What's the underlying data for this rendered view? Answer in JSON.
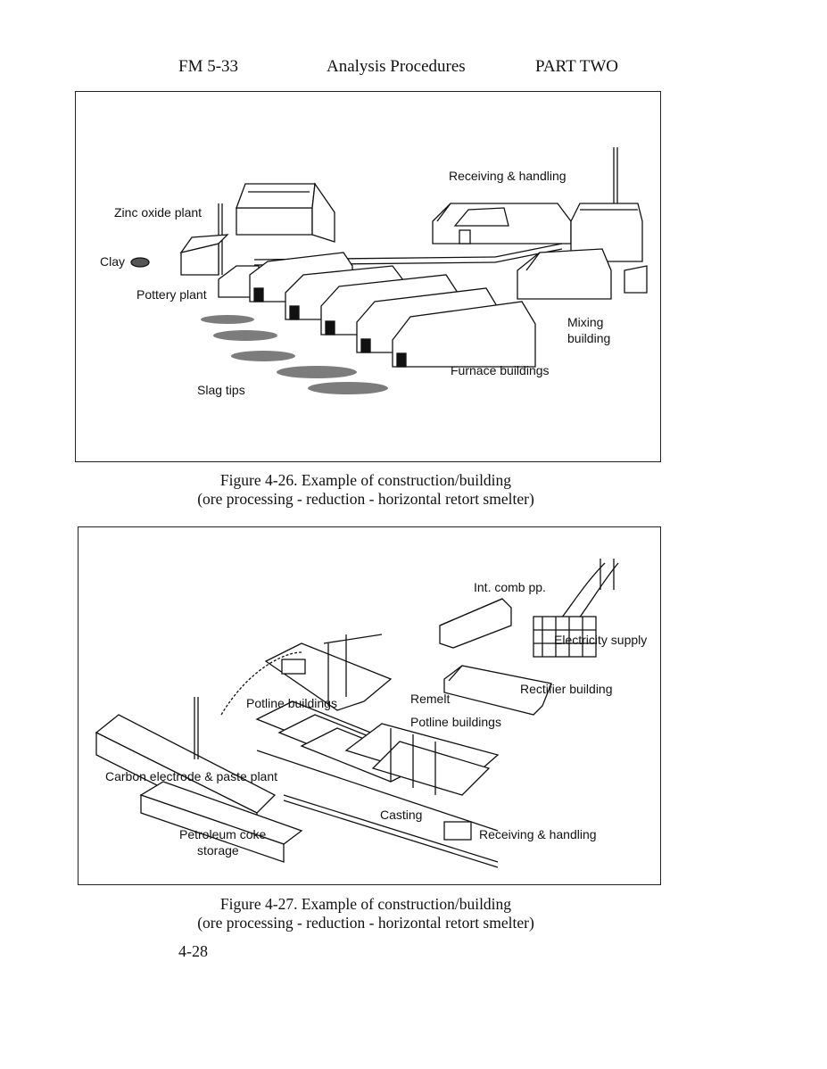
{
  "header": {
    "left": "FM 5-33",
    "center": "Analysis Procedures",
    "right": "PART TWO"
  },
  "figure1": {
    "labels": {
      "receiving": "Receiving & handling",
      "zinc": "Zinc oxide plant",
      "clay": "Clay",
      "pottery": "Pottery plant",
      "mixing1": "Mixing",
      "mixing2": "building",
      "furnace": "Furnace buildings",
      "slag": "Slag tips"
    },
    "caption_line1": "Figure 4-26.  Example of construction/building",
    "caption_line2": "(ore processing - reduction - horizontal retort smelter)"
  },
  "figure2": {
    "labels": {
      "intcomb": "Int. comb pp.",
      "electricity": "Electricity supply",
      "rectifier": "Rectifier building",
      "remelt": "Remelt",
      "potline1": "Potline buildings",
      "potline2": "Potline buildings",
      "carbon": "Carbon electrode & paste plant",
      "casting": "Casting",
      "receiving": "Receiving & handling",
      "petroleum1": "Petroleum coke",
      "petroleum2": "storage"
    },
    "caption_line1": "Figure 4-27.  Example of construction/building",
    "caption_line2": "(ore processing - reduction - horizontal retort smelter)"
  },
  "page_number": "4-28"
}
